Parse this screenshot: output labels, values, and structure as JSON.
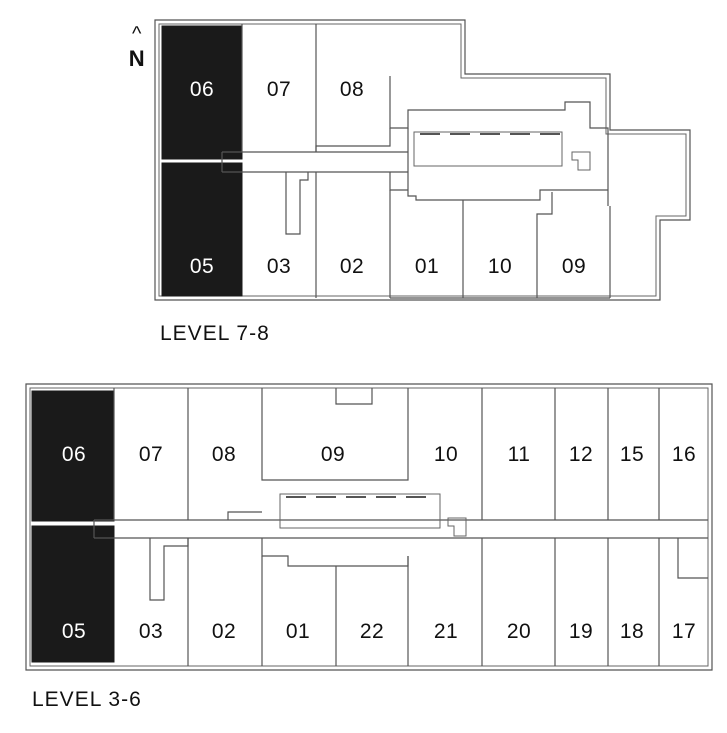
{
  "north": {
    "arrow": "^",
    "letter": "N"
  },
  "upper_plan": {
    "label": "LEVEL 7-8",
    "highlighted": [
      "06",
      "05"
    ],
    "units": [
      "06",
      "07",
      "08",
      "05",
      "03",
      "02",
      "01",
      "10",
      "09"
    ]
  },
  "lower_plan": {
    "label": "LEVEL 3-6",
    "highlighted": [
      "06",
      "05"
    ],
    "units": [
      "06",
      "07",
      "08",
      "09",
      "10",
      "11",
      "12",
      "15",
      "16",
      "05",
      "03",
      "02",
      "01",
      "22",
      "21",
      "20",
      "19",
      "18",
      "17"
    ]
  },
  "colors": {
    "highlight": "#1a1a1a",
    "wall": "#555555",
    "text": "#111111"
  }
}
